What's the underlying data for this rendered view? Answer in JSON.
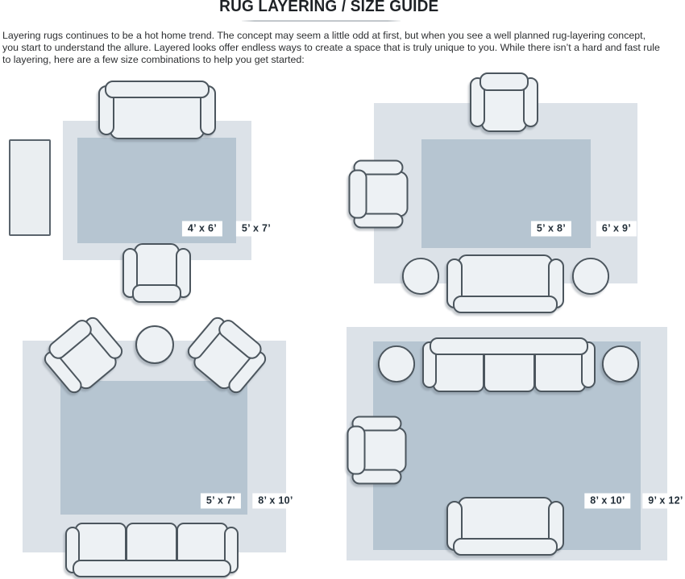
{
  "title": "RUG LAYERING / SIZE GUIDE",
  "intro_lines": [
    "Layering rugs continues to be a hot home trend. The concept may seem a little odd at first, but when you see a well planned rug-layering concept,",
    "you start to understand the allure. Layered looks offer endless ways to create a space that is truly unique to you. While there isn’t a hard and fast rule",
    "to layering, here are a few size combinations to help you get started:"
  ],
  "colors": {
    "outer_rug": "#dce2e8",
    "inner_rug": "#b6c5d1",
    "runner_rug": "#eaeef1",
    "furniture_fill": "#edf1f4",
    "furniture_outline": "#4c565e",
    "label_bg": "#ffffff",
    "label_text": "#222e38"
  },
  "scenes": [
    {
      "inner_label": "4’ x 6’",
      "outer_label": "5’ x 7’"
    },
    {
      "inner_label": "5’ x 8’",
      "outer_label": "6’ x 9’"
    },
    {
      "inner_label": "5’ x 7’",
      "outer_label": "8’ x 10’"
    },
    {
      "inner_label": "8’ x 10’",
      "outer_label": "9’ x 12’"
    }
  ]
}
